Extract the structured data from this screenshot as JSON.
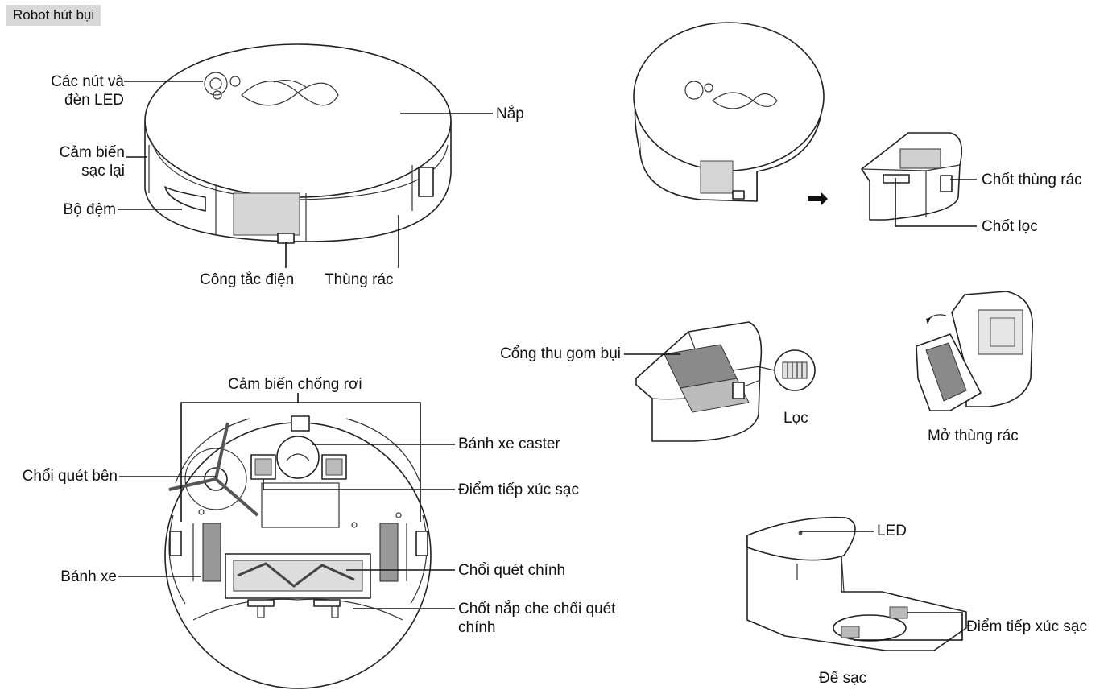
{
  "section_tag": "Robot hút bụi",
  "labels": {
    "buttons_led": "Các nút và\nđèn LED",
    "lid": "Nắp",
    "recharge_sensor": "Cảm biến\nsạc lại",
    "bumper": "Bộ đệm",
    "power_switch": "Công tắc điện",
    "dustbin": "Thùng rác",
    "bin_latch": "Chốt thùng rác",
    "filter_latch": "Chốt lọc",
    "dust_port": "Cổng thu gom bụi",
    "filter": "Lọc",
    "open_bin": "Mở thùng rác",
    "cliff_sensor": "Cảm biến chống rơi",
    "caster_wheel": "Bánh xe caster",
    "side_brush": "Chổi quét bên",
    "charge_contacts_bottom": "Điểm tiếp xúc sạc",
    "wheel": "Bánh xe",
    "main_brush": "Chổi quét chính",
    "brush_cover_latch": "Chốt nắp che chổi quét\nchính",
    "led": "LED",
    "charge_contacts_dock": "Điểm tiếp xúc sạc",
    "dock": "Đế sạc"
  }
}
